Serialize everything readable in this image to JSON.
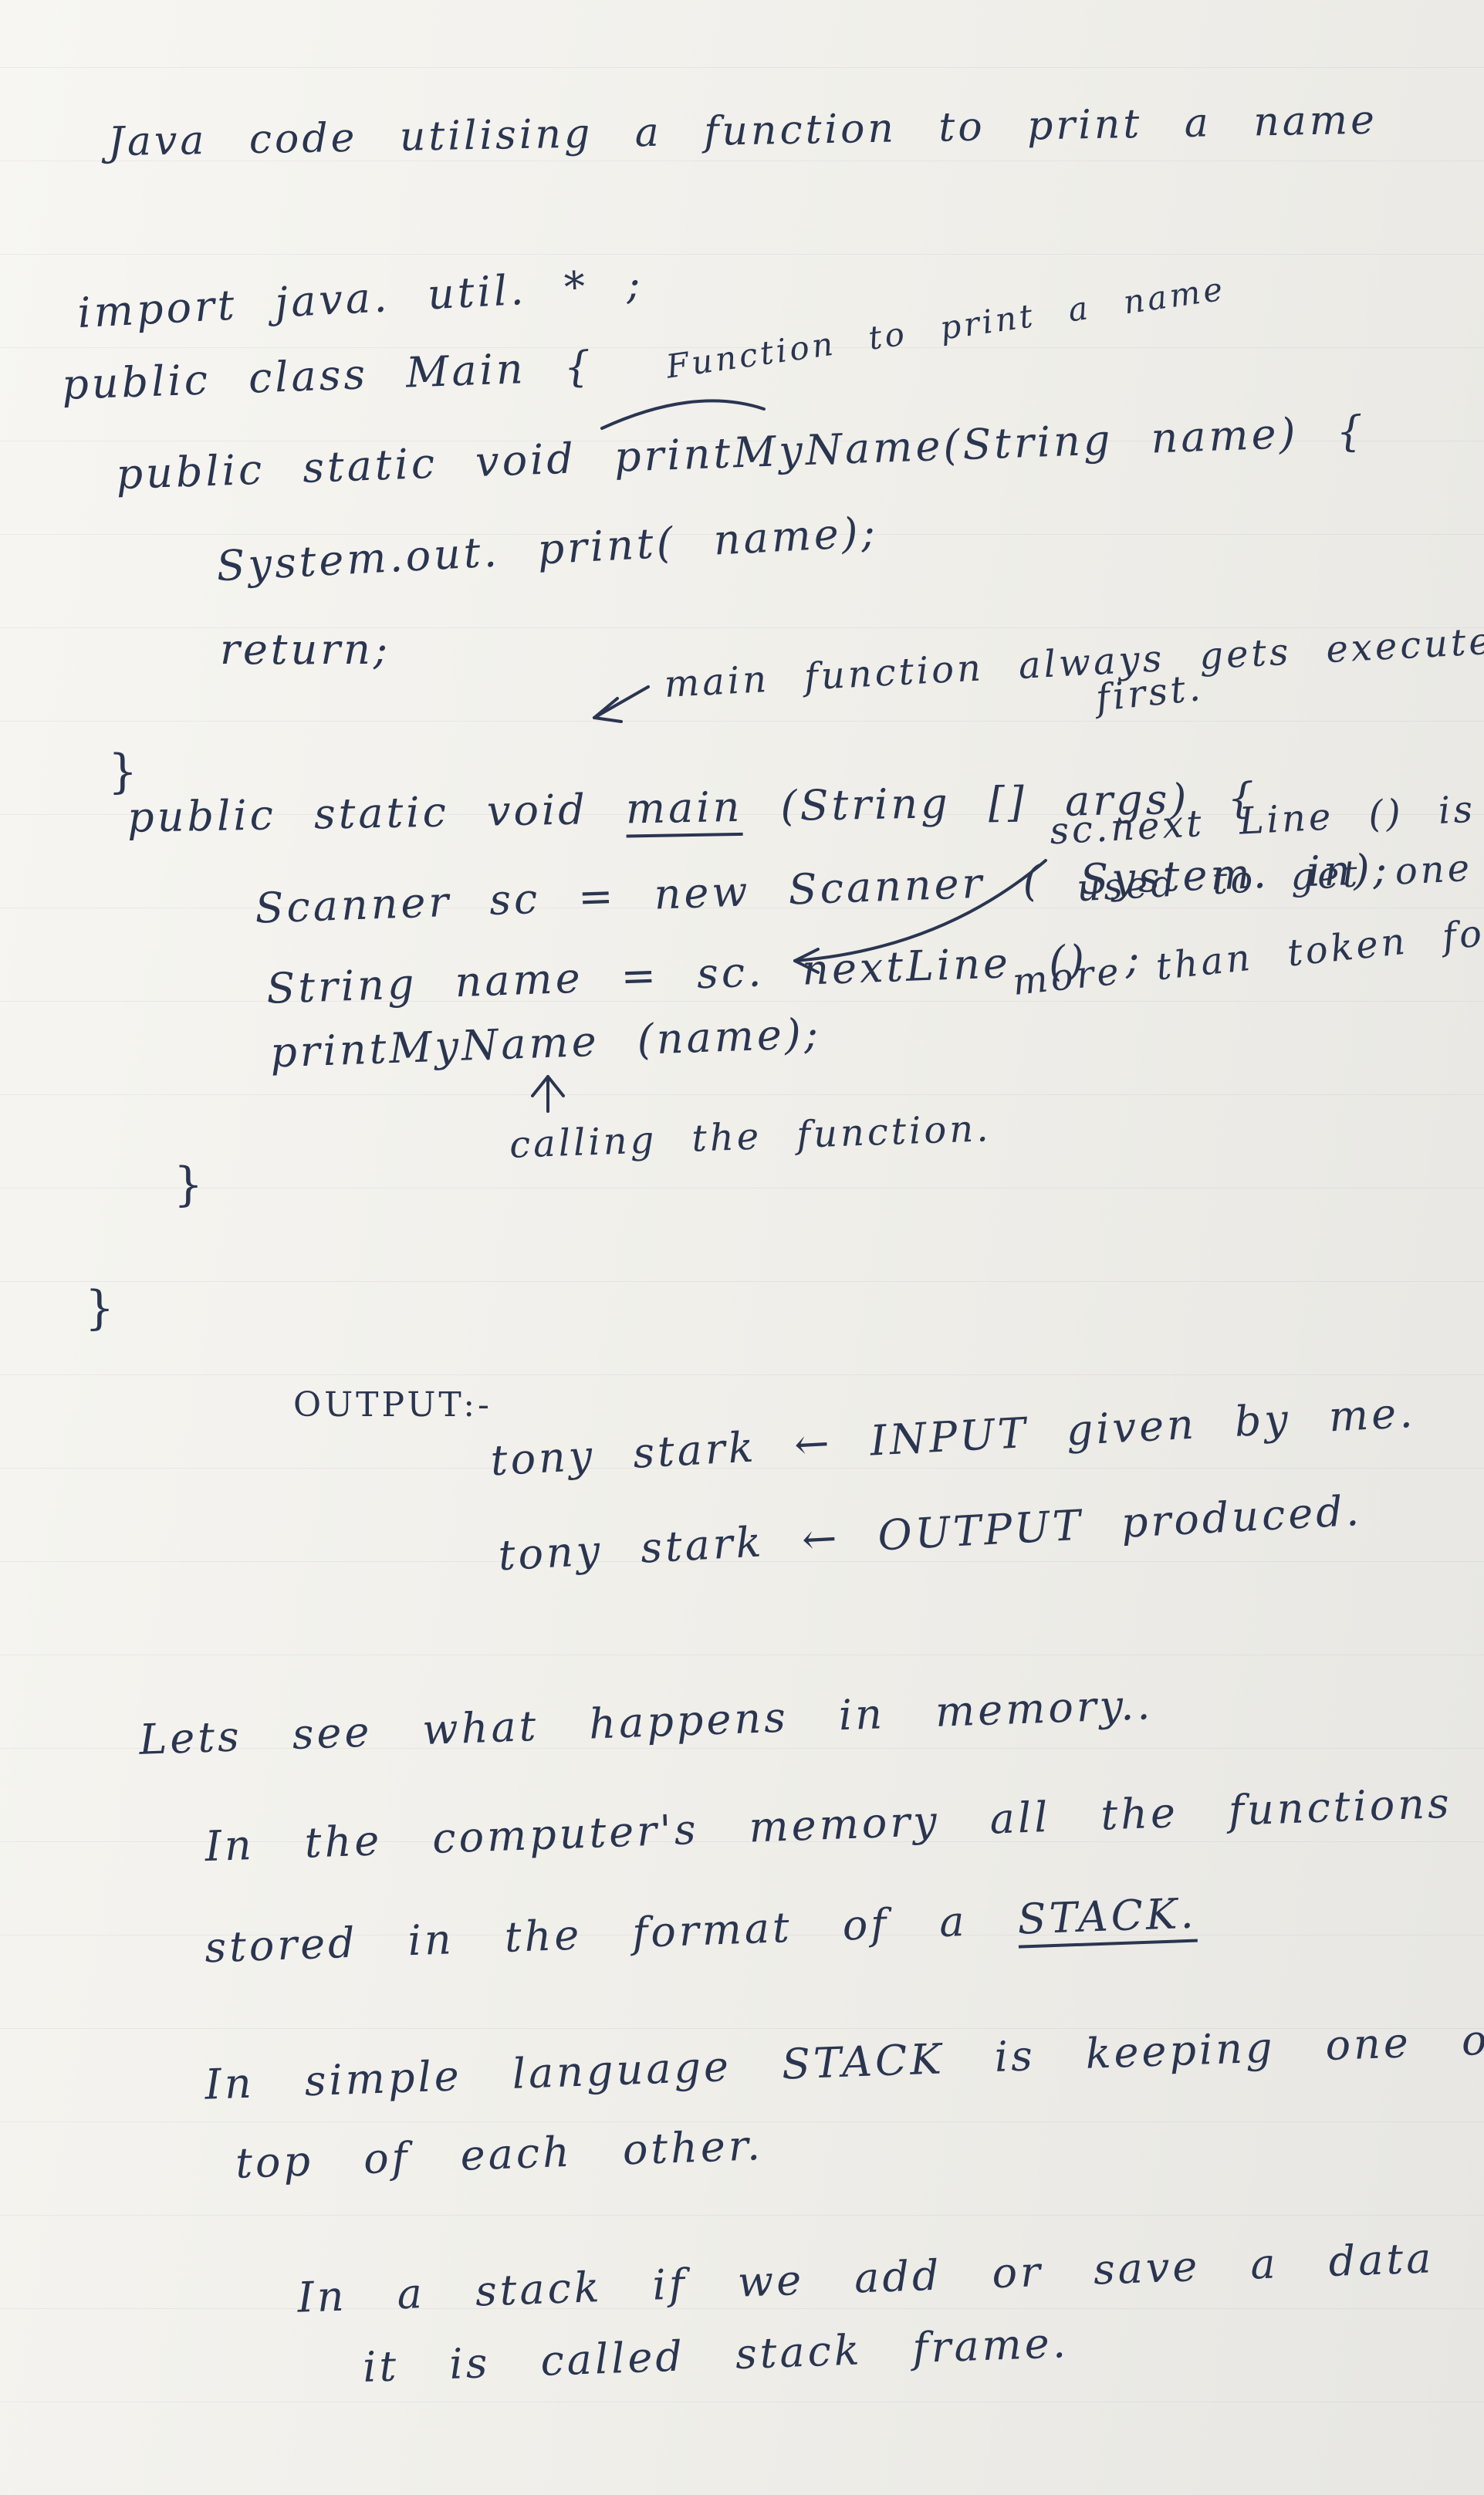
{
  "title": "Java code utilising a function to print a name",
  "code": {
    "import": "import java. util. * ;",
    "class_decl": "public class Main {",
    "fn_annotation": "Function to print a name",
    "fn_decl": "public static void printMyName(String name) {",
    "fn_body": "System.out. print( name);",
    "fn_return": "return;",
    "fn_close": "}",
    "main_annotation_1": "main function always gets executed",
    "main_annotation_2": "first.",
    "main_prefix": "public static void",
    "main_word": "main",
    "main_suffix": "(String [] args) {",
    "scanner": "Scanner sc = new Scanner ( System. in);",
    "nextline_note_1": "sc.next Line () is",
    "nextline_note_2": "used to get one",
    "nextline_note_3": "more than token for String",
    "string_prefix": "String name =",
    "string_call": "sc. nextLine () ;",
    "call_line": "printMyName (name);",
    "call_annotation": "calling the function.",
    "main_close": "}",
    "class_close": "}"
  },
  "output": {
    "label": "OUTPUT:-",
    "line1": "tony stark ← INPUT given by me.",
    "line2": "tony stark ← OUTPUT produced."
  },
  "memory": {
    "intro": "Lets see what happens in memory..",
    "p1_line1": "In the computer's memory all the functions are",
    "p1_line2_prefix": "stored in the format of a",
    "p1_stack": "STACK.",
    "p2_line1": "In simple language STACK is keeping one on",
    "p2_line2": "top of each other.",
    "p3_line1": "In a stack if we add or save a data",
    "p3_line2": "it is called stack frame."
  }
}
